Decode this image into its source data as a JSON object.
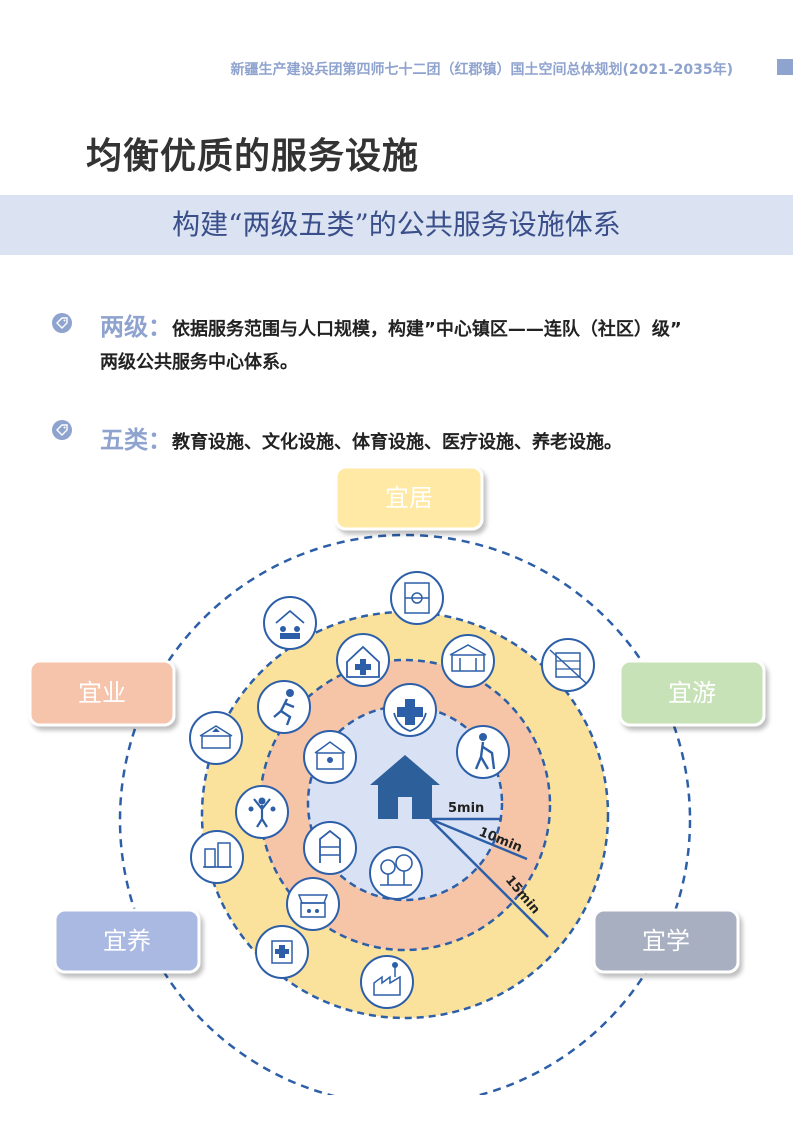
{
  "header": {
    "title": "新疆生产建设兵团第四师七十二团（红郡镇）国土空间总体规划(2021-2035年)"
  },
  "page_title": "均衡优质的服务设施",
  "banner": {
    "text": "构建“两级五类”的公共服务设施体系"
  },
  "items": [
    {
      "keyword": "两级：",
      "text_line1": "依据服务范围与人口规模，构建”中心镇区——连队（社区）级”",
      "text_line2": "两级公共服务中心体系。"
    },
    {
      "keyword": "五类：",
      "text_line1": "教育设施、文化设施、体育设施、医疗设施、养老设施。"
    }
  ],
  "diagram": {
    "themes": {
      "top": "宜居",
      "left": "宜业",
      "right": "宜游",
      "bottom_left": "宜养",
      "bottom_right": "宜学"
    },
    "rings": [
      "5min",
      "10min",
      "15min"
    ],
    "icons": [
      "sports-field-icon",
      "school-icon",
      "hospital-icon",
      "elder-care-icon",
      "factory-icon",
      "market-icon",
      "park-icon",
      "playground-icon",
      "community-hall-icon",
      "clinic-icon",
      "runner-icon",
      "family-care-icon",
      "elderly-icon",
      "residential-icon"
    ]
  },
  "colors": {
    "accent": "#8fa3cf",
    "ring_outer": "#fbe29c",
    "ring_mid": "#f6c4a7",
    "ring_inner": "#d9e2f4",
    "home": "#2d5f9a"
  }
}
